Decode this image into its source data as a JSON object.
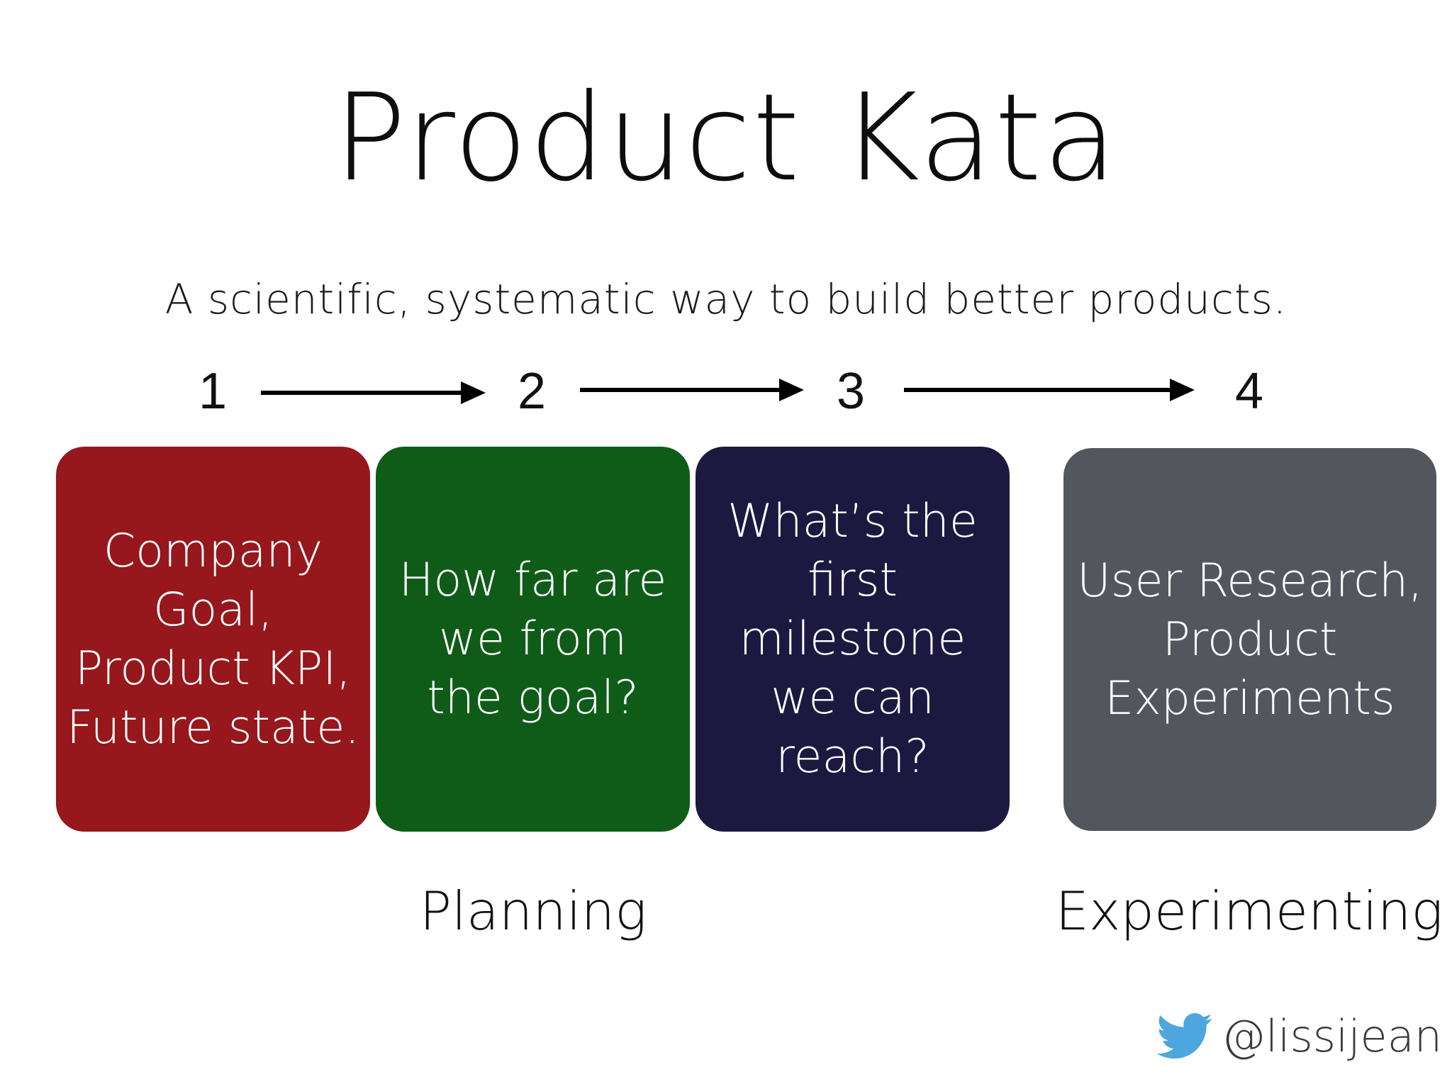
{
  "slide": {
    "title": "Product Kata",
    "subtitle": "A scientific, systematic way to build better products."
  },
  "steps": [
    {
      "number": "1",
      "text": "Company\nGoal,\nProduct KPI,\nFuture state.",
      "color": "#96171c"
    },
    {
      "number": "2",
      "text": "How far are\nwe from\nthe goal?",
      "color": "#0f5c18"
    },
    {
      "number": "3",
      "text": "What’s the\nfirst\nmilestone\nwe can\nreach?",
      "color": "#1d1840"
    },
    {
      "number": "4",
      "text": "User Research,\nProduct\nExperiments",
      "color": "#53565d"
    }
  ],
  "phases": {
    "planning": "Planning",
    "experimenting": "Experimenting"
  },
  "footer": {
    "icon": "twitter-bird-icon",
    "icon_color": "#4da7de",
    "handle": "@lissijean"
  }
}
